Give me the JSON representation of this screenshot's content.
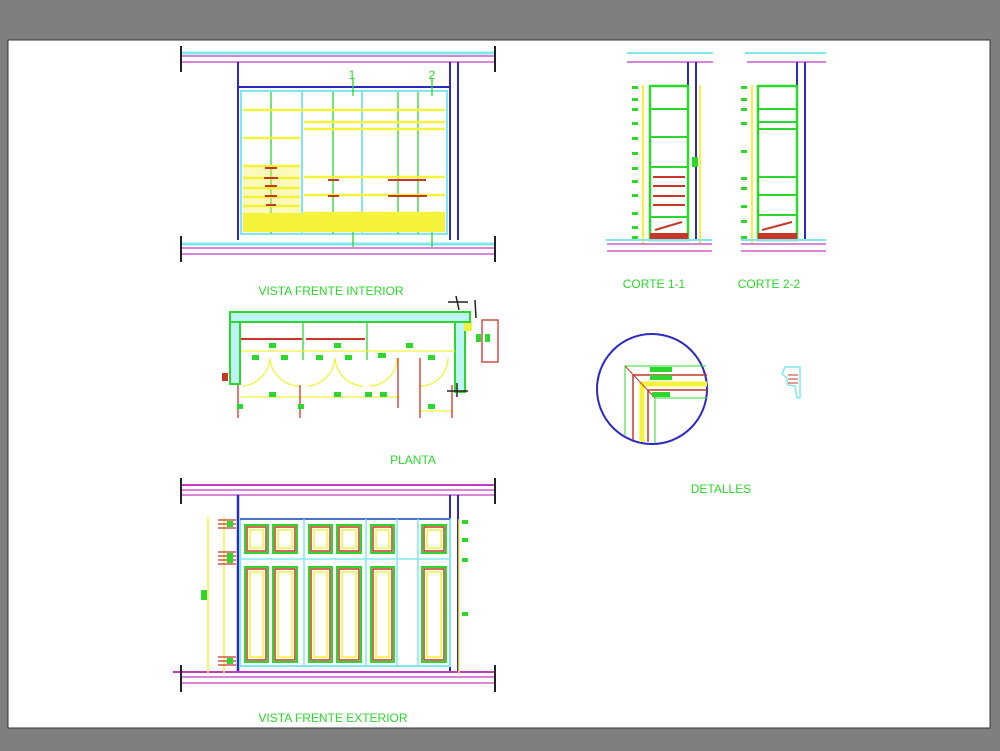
{
  "drawing": {
    "labels": {
      "interior_view": "VISTA FRENTE INTERIOR",
      "section_1": "CORTE 1-1",
      "section_2": "CORTE 2-2",
      "plan": "PLANTA",
      "details": "DETALLES",
      "exterior_view": "VISTA FRENTE EXTERIOR"
    },
    "section_marks": {
      "mark_1": "1",
      "mark_2": "2"
    },
    "colors": {
      "background": "#7f7f7f",
      "sheet": "#ffffff",
      "green": "#2bd82b",
      "yellow": "#f5f23a",
      "cyan": "#7fe8ee",
      "magenta": "#c23bc2",
      "blue": "#2b2bc4",
      "red": "#c8362a"
    }
  }
}
